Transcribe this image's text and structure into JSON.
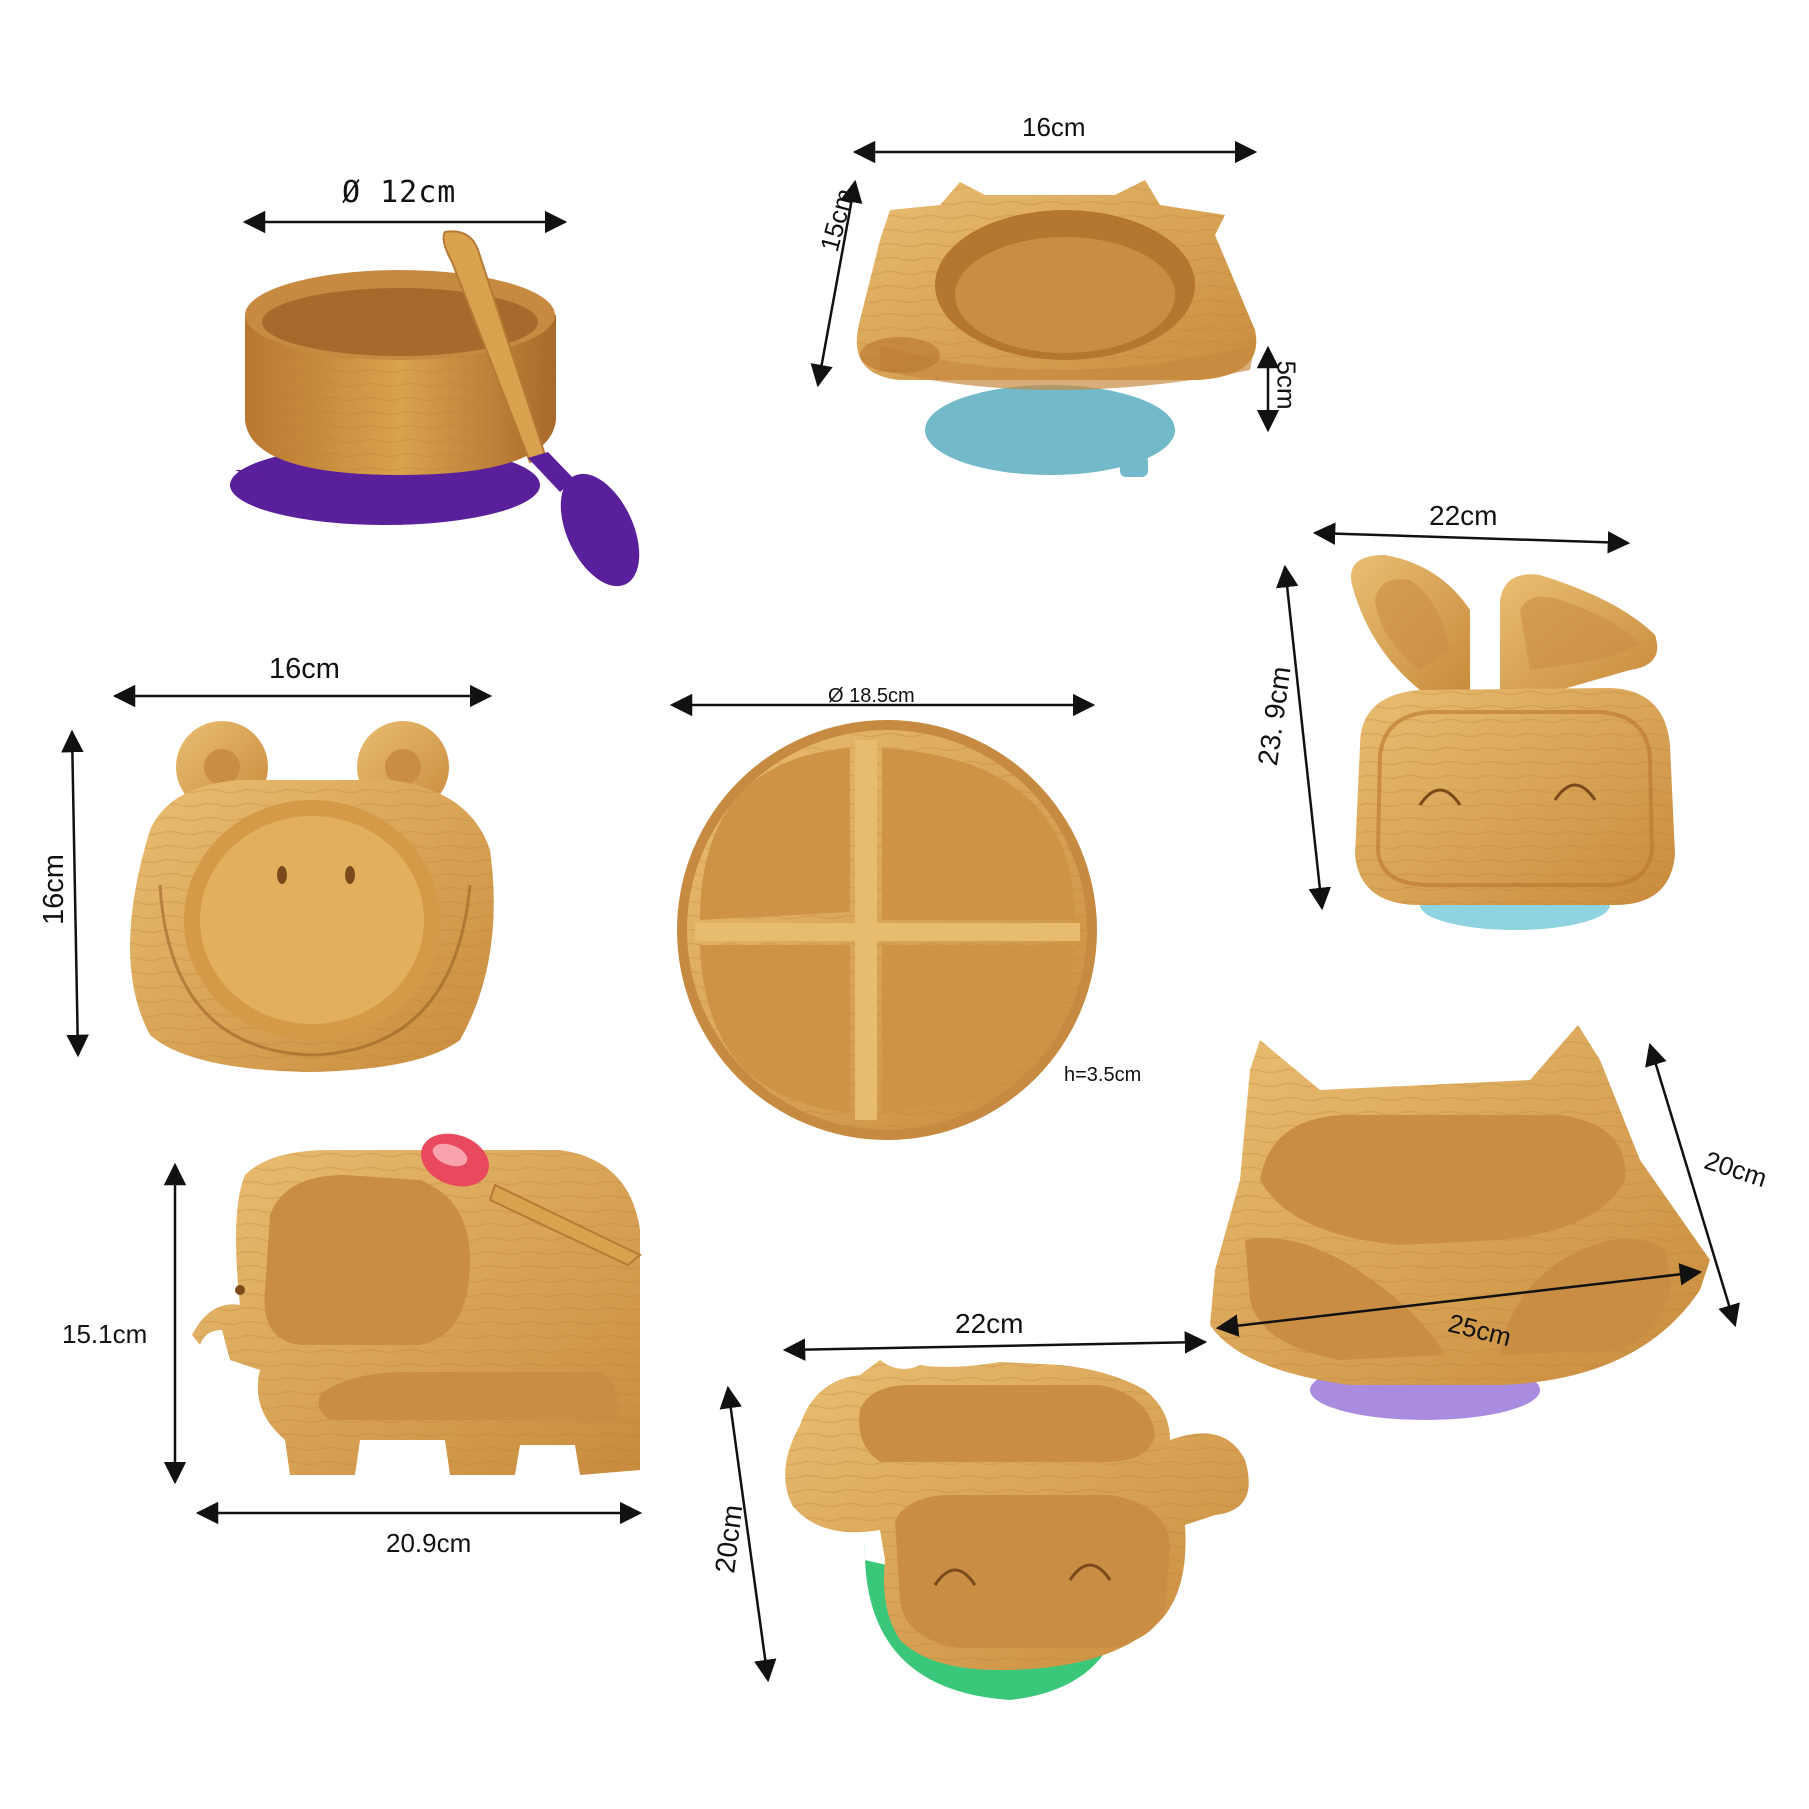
{
  "colors": {
    "wood": "#D9A24E",
    "wood_dark": "#B9762F",
    "wood_light": "#E8BC6E",
    "purple": "#5A1F9A",
    "lilac": "#A98BE0",
    "blue": "#72B9C9",
    "aqua": "#8FD3E0",
    "green": "#3BC77A",
    "pink": "#E8495E"
  },
  "items": [
    {
      "id": "bowl-round",
      "label": "Ø 12cm",
      "suction_color": "purple",
      "spoon_color": "purple"
    },
    {
      "id": "bowl-cow",
      "labels": [
        "16cm",
        "15cm",
        "5cm"
      ],
      "suction_color": "blue"
    },
    {
      "id": "plate-rabbit",
      "labels": [
        "22cm",
        "23. 9cm"
      ],
      "suction_color": "aqua"
    },
    {
      "id": "bowl-frog",
      "labels": [
        "16cm",
        "16cm"
      ]
    },
    {
      "id": "plate-round",
      "labels": [
        "Ø 18.5cm",
        "h=3.5cm"
      ]
    },
    {
      "id": "plate-elephant",
      "labels": [
        "15.1cm",
        "20.9cm"
      ],
      "spoon_color": "pink"
    },
    {
      "id": "plate-fox",
      "labels": [
        "20cm",
        "25cm"
      ],
      "suction_color": "lilac"
    },
    {
      "id": "plate-sheep",
      "labels": [
        "22cm",
        "20cm"
      ],
      "suction_color": "green"
    }
  ]
}
